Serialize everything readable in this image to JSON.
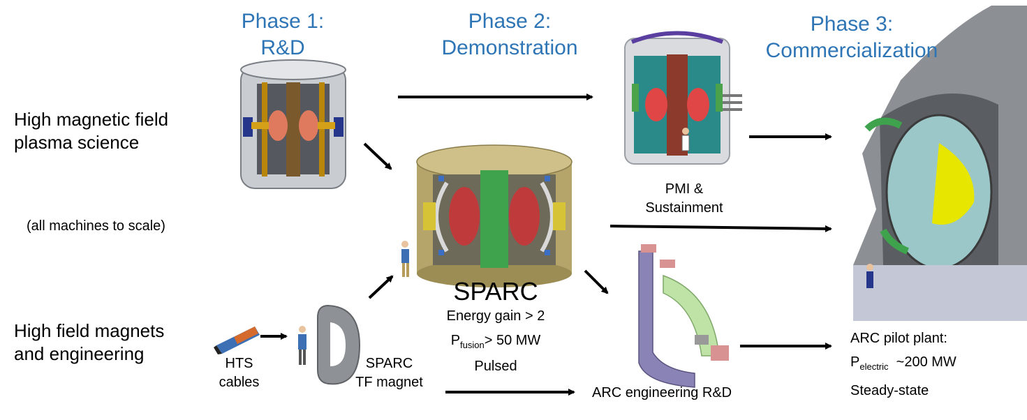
{
  "phases": [
    {
      "title": "Phase 1:",
      "subtitle": "R&D"
    },
    {
      "title": "Phase 2:",
      "subtitle": "Demonstration"
    },
    {
      "title": "Phase 3:",
      "subtitle": "Commercialization"
    }
  ],
  "rows": {
    "science_line1": "High magnetic field",
    "science_line2": "plasma science",
    "magnets_line1": "High field magnets",
    "magnets_line2": "and engineering"
  },
  "scale_note": "(all machines to scale)",
  "hts": {
    "line1": "HTS",
    "line2": "cables"
  },
  "tf_magnet": {
    "line1": "SPARC",
    "line2": "TF magnet"
  },
  "sparc": {
    "name": "SPARC",
    "gain": "Energy gain > 2",
    "power_prefix": "P",
    "power_sub": "fusion",
    "power_suffix": "> 50 MW",
    "mode": "Pulsed"
  },
  "pmi": {
    "line1": "PMI &",
    "line2": "Sustainment"
  },
  "arc_rnd": "ARC engineering R&D",
  "arc": {
    "line1": "ARC pilot plant:",
    "power_prefix": "P",
    "power_sub": "electric",
    "power_suffix": "  ~200 MW",
    "mode": "Steady-state"
  },
  "colors": {
    "phase_blue": "#2e75b6",
    "plasma_red": "#c0392b",
    "plasma_yellow": "#e6e600",
    "sparc_tan": "#b5a56a",
    "coil_teal": "#2a8a8a"
  }
}
